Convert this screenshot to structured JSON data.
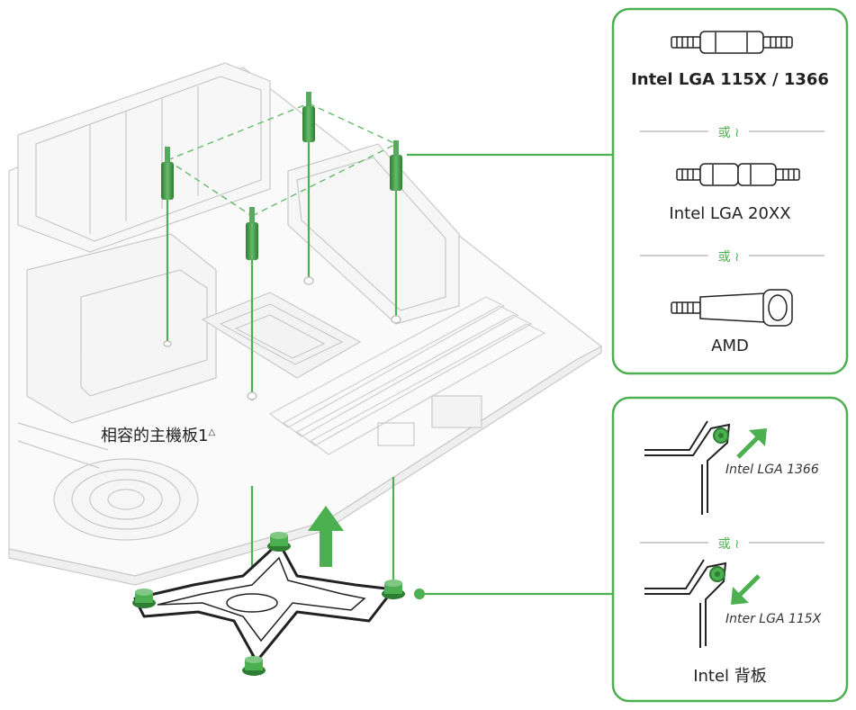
{
  "motherboard_label": "相容的主機板1",
  "standoffs_panel": {
    "items": [
      {
        "label": "Intel LGA 115X / 1366"
      },
      {
        "label": "Intel LGA 20XX"
      },
      {
        "label": "AMD"
      }
    ],
    "separator": "或"
  },
  "backplate_panel": {
    "items": [
      {
        "label": "Intel LGA 1366"
      },
      {
        "label": "Inter LGA 115X"
      }
    ],
    "separator": "或",
    "title": "Intel 背板"
  },
  "colors": {
    "accent": "#4caf50",
    "accent_dark": "#2e7d32",
    "line": "#8a8a8a"
  }
}
